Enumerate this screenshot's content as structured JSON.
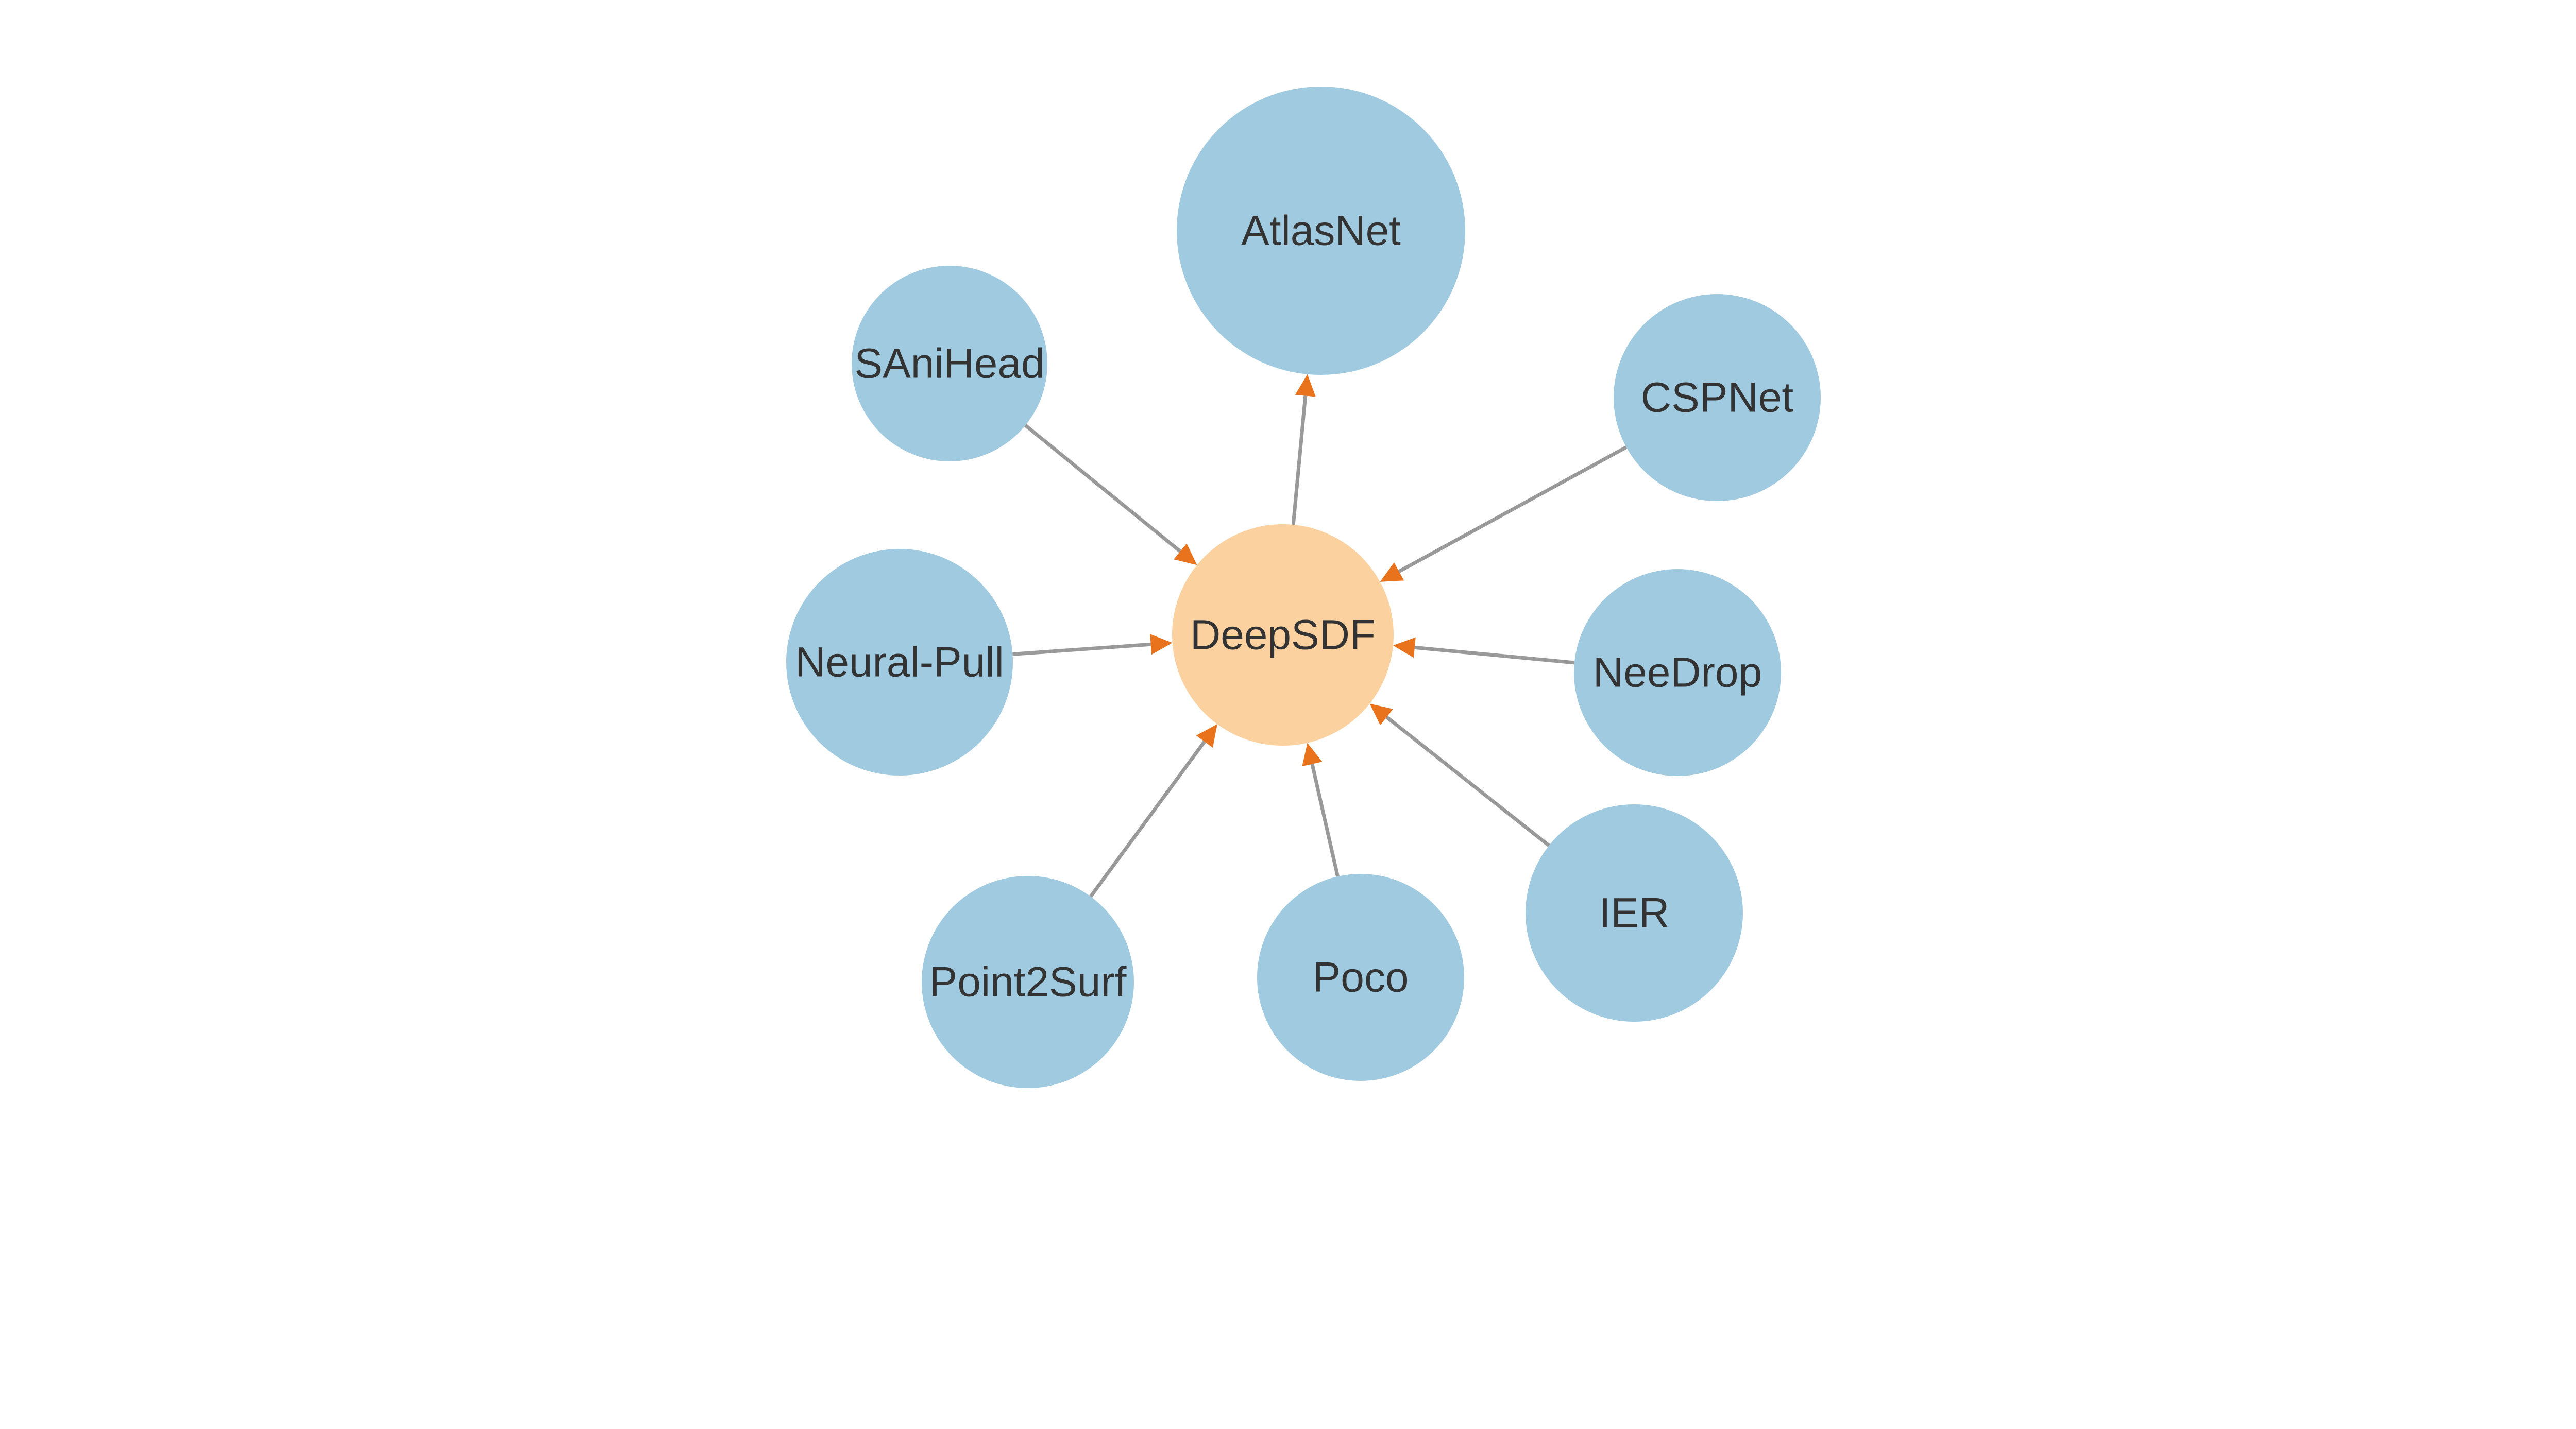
{
  "colors": {
    "background": "#ffffff",
    "center_node": "#fcd1a0",
    "outer_node": "#a0cae0",
    "edge": "#999999",
    "arrow": "#e8731c",
    "label": "#333333"
  },
  "center": {
    "id": "deepsdf",
    "label": "DeepSDF"
  },
  "nodes": [
    {
      "id": "atlasnet",
      "label": "AtlasNet",
      "direction": "from_center"
    },
    {
      "id": "sanihead",
      "label": "SAniHead",
      "direction": "to_center"
    },
    {
      "id": "cspnet",
      "label": "CSPNet",
      "direction": "to_center"
    },
    {
      "id": "neural-pull",
      "label": "Neural-Pull",
      "direction": "to_center"
    },
    {
      "id": "needrop",
      "label": "NeeDrop",
      "direction": "to_center"
    },
    {
      "id": "point2surf",
      "label": "Point2Surf",
      "direction": "to_center"
    },
    {
      "id": "poco",
      "label": "Poco",
      "direction": "to_center"
    },
    {
      "id": "ier",
      "label": "IER",
      "direction": "to_center"
    }
  ]
}
